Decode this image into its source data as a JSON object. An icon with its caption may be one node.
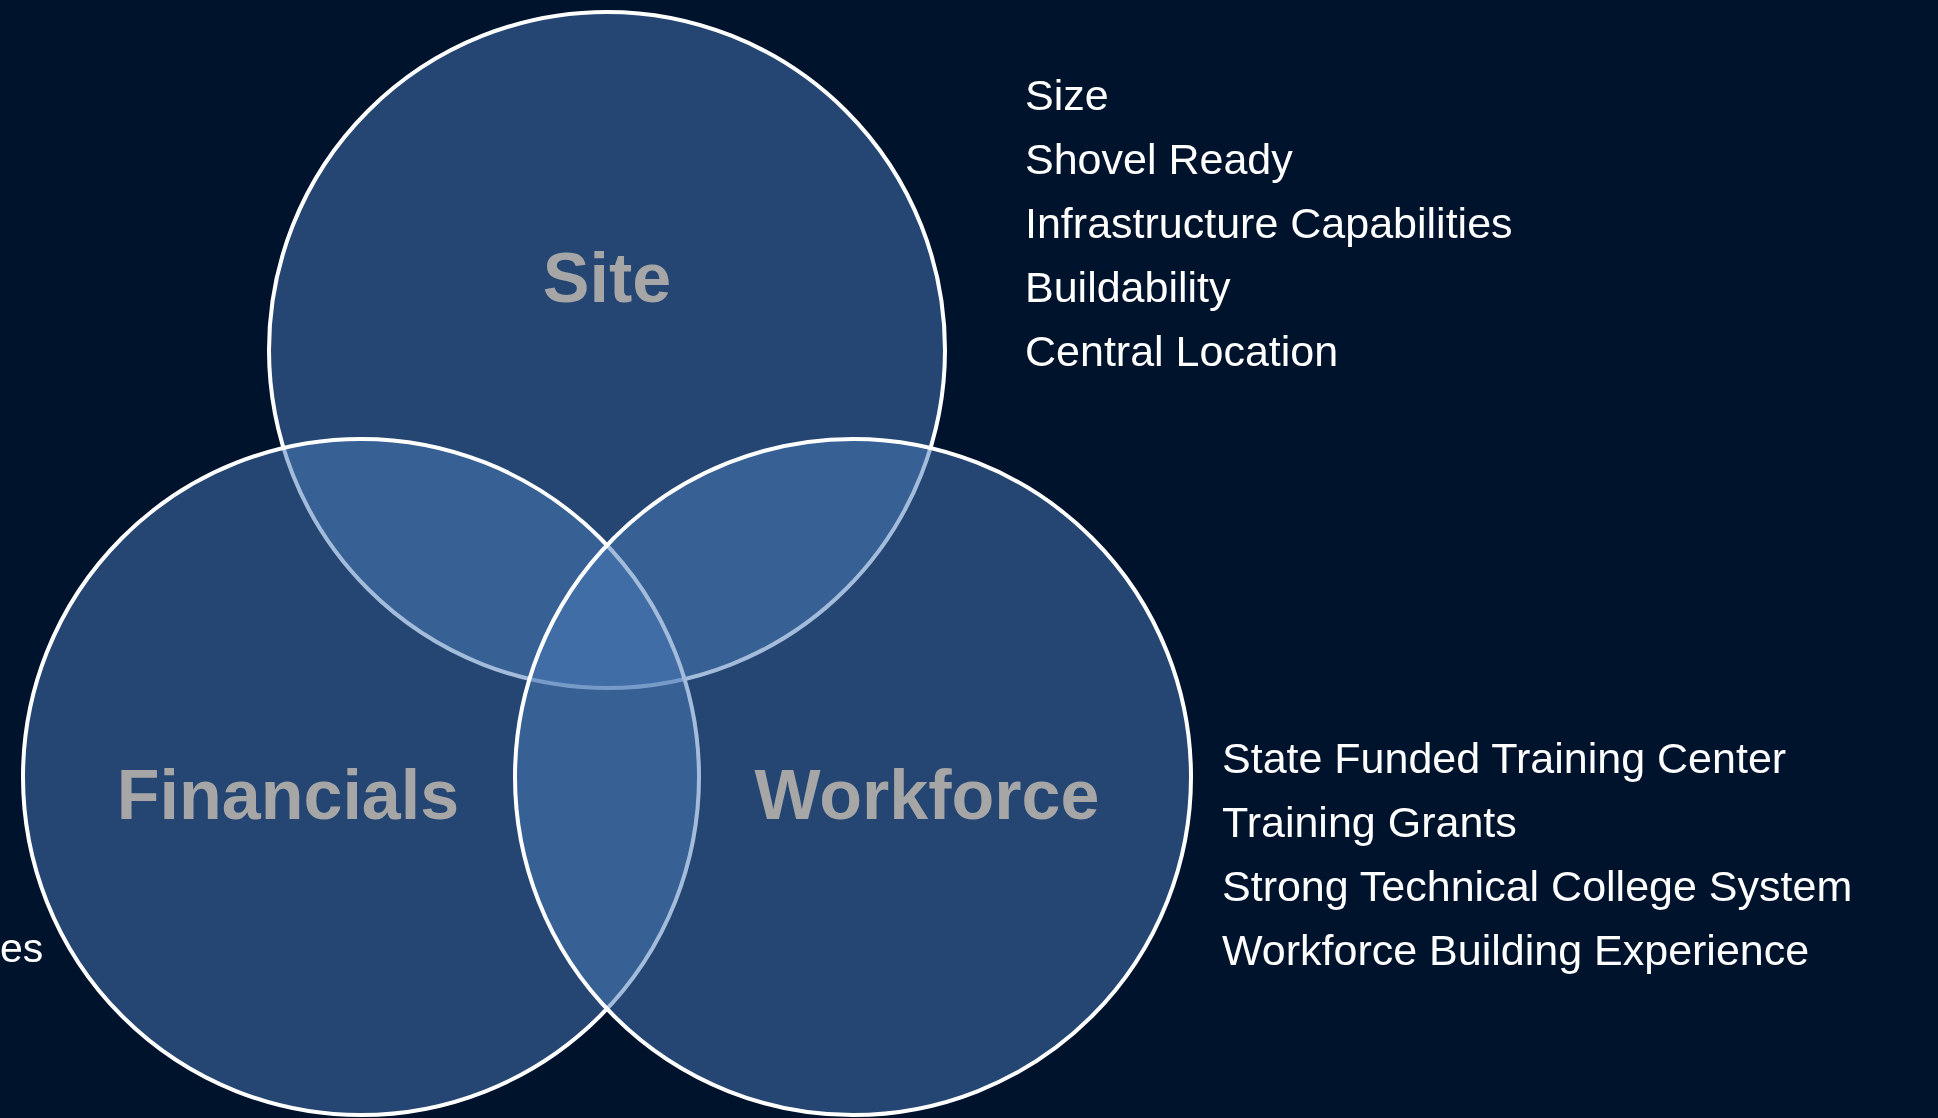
{
  "diagram": {
    "nodes": [
      {
        "text": [
          "Site"
        ],
        "beside": [
          "Size",
          "Shovel Ready",
          "Infrastructure Capabilities",
          "Buildability",
          "Central Location"
        ]
      },
      {
        "text": [
          "Financials"
        ]
      },
      {
        "text": [
          "Workforce"
        ],
        "beside": [
          "State Funded Training Center",
          "Training Grants",
          "Strong Technical College System",
          "Workforce Building Experience"
        ]
      }
    ],
    "labels": [
      "es"
    ]
  }
}
